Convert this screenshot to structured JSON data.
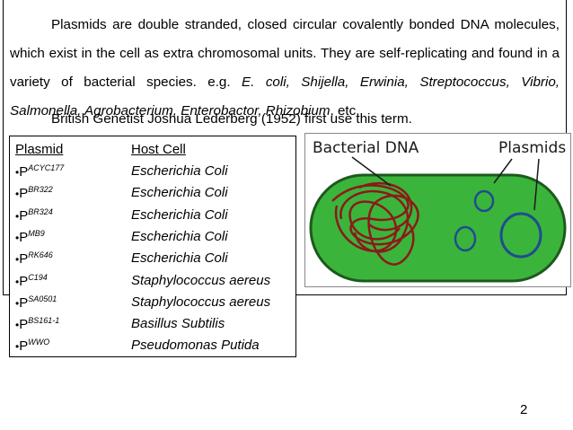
{
  "paragraph": {
    "part1": "Plasmids are double stranded, closed circular covalently bonded DNA molecules, which exist in the cell as extra chromosomal units. They are self-replicating and found in a variety of bacterial species. e.g. ",
    "species": "E. coli, Shijella, Erwinia, Streptococcus, Vibrio, Salmonella, Agrobacterium, Enterobactor, Rhizobium",
    "part2": ", etc."
  },
  "credit": "British Genetist Joshua Lederberg (1952) first use this term.",
  "table": {
    "headers": {
      "plasmid": "Plasmid",
      "host": "Host Cell"
    },
    "rows": [
      {
        "bullet": "•",
        "p": "P",
        "sub": "ACYC177",
        "host": "Escherichia Coli"
      },
      {
        "bullet": "•",
        "p": "P",
        "sub": "BR322",
        "host": "Escherichia Coli"
      },
      {
        "bullet": "•",
        "p": "P",
        "sub": "BR324",
        "host": "Escherichia Coli"
      },
      {
        "bullet": "•",
        "p": "P",
        "sub": "MB9",
        "host": "Escherichia Coli"
      },
      {
        "bullet": "•",
        "p": "P",
        "sub": "RK646",
        "host": "Escherichia Coli"
      },
      {
        "bullet": "•",
        "p": "P",
        "sub": "C194",
        "host": "Staphylococcus aereus"
      },
      {
        "bullet": "•",
        "p": "P",
        "sub": "SA0501",
        "host": "Staphylococcus aereus"
      },
      {
        "bullet": "•",
        "p": "P",
        "sub": "BS161-1",
        "host": "Basillus Subtilis"
      },
      {
        "bullet": "•",
        "p": "P",
        "sub": "WWO",
        "host": "Pseudomonas Putida"
      }
    ]
  },
  "diagram": {
    "label_bacterial_dna": "Bacterial DNA",
    "label_plasmids": "Plasmids",
    "colors": {
      "cell": "#3bb43b",
      "cell_border": "#1c5a1c",
      "dna": "#8b1a1a",
      "plasmid": "#1f4d8f"
    }
  },
  "page_number": "2"
}
